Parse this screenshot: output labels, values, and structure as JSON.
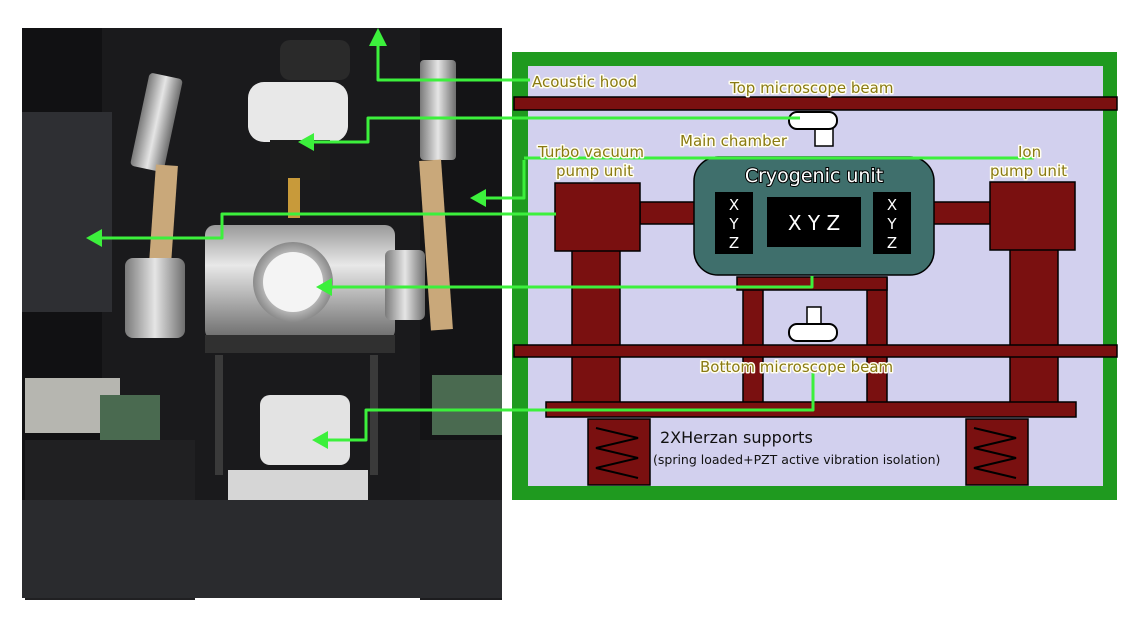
{
  "labels": {
    "acoustic_hood": "Acoustic hood",
    "top_beam": "Top microscope beam",
    "main_chamber": "Main chamber",
    "turbo_line1": "Turbo vacuum",
    "turbo_line2": "pump unit",
    "ion_line1": "Ion",
    "ion_line2": "pump unit",
    "cryogenic_unit": "Cryogenic unit",
    "xyz_center": "X Y Z",
    "xyz_left": [
      "X",
      "Y",
      "Z"
    ],
    "xyz_right": [
      "X",
      "Y",
      "Z"
    ],
    "bottom_beam": "Bottom microscope beam",
    "supports_title": "2XHerzan supports",
    "supports_sub": "(spring loaded+PZT active vibration isolation)"
  },
  "colors": {
    "frame_green": "#1f9a1f",
    "panel_lavender": "#d2d0ee",
    "beam_red": "#7a1010",
    "cryo_teal": "#3f6f6c",
    "arrow_green": "#3cf03c",
    "label_olive": "#8a7a10"
  }
}
